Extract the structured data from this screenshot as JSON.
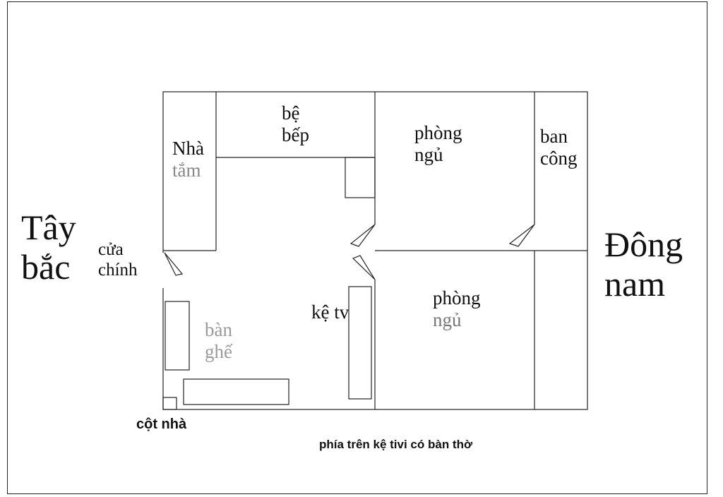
{
  "directions": {
    "west": {
      "line1": "Tây",
      "line2": "bắc"
    },
    "east": {
      "line1": "Đông",
      "line2": "nam"
    }
  },
  "rooms": {
    "bathroom": {
      "line1": "Nhà",
      "line2": "tắm"
    },
    "kitchen": {
      "line1": "bệ",
      "line2": "bếp"
    },
    "bedroom_top": {
      "line1": "phòng",
      "line2": "ngủ"
    },
    "balcony": {
      "line1": "ban",
      "line2": "công"
    },
    "main_door": {
      "line1": "cửa",
      "line2": "chính"
    },
    "tv_shelf": {
      "label": "kệ tv"
    },
    "table_chairs": {
      "line1": "bàn",
      "line2": "ghế"
    },
    "bedroom_bottom": {
      "line1": "phòng",
      "line2": "ngủ"
    }
  },
  "notes": {
    "pillar": "cột nhà",
    "altar": "phía trên kệ tivi có bàn thờ"
  },
  "colors": {
    "stroke": "#222222",
    "faded_text": "#9a9a9a"
  }
}
